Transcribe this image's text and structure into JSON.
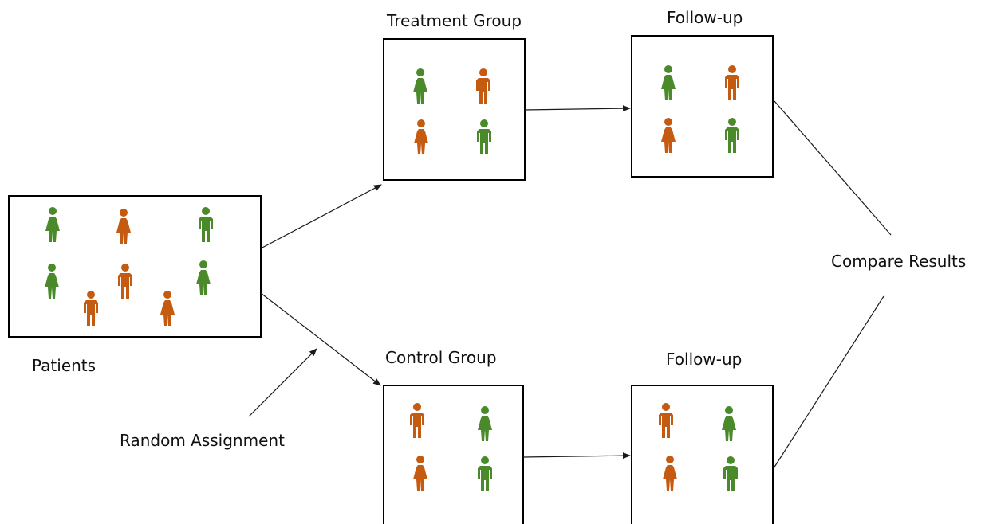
{
  "labels": {
    "patients": "Patients",
    "random_assignment": "Random Assignment",
    "treatment_group": "Treatment Group",
    "control_group": "Control Group",
    "follow_up_top": "Follow-up",
    "follow_up_bottom": "Follow-up",
    "compare_results": "Compare Results"
  },
  "colors": {
    "green": "#4a8a2a",
    "orange": "#c55a11"
  },
  "icons": {
    "female": "female-person-icon",
    "male": "male-person-icon"
  },
  "groups": {
    "patients": [
      "green-female",
      "orange-female",
      "green-male",
      "green-female",
      "orange-male",
      "orange-male",
      "orange-female",
      "green-female"
    ],
    "treatment_group": [
      "green-female",
      "orange-male",
      "orange-female",
      "green-male"
    ],
    "follow_up_top": [
      "green-female",
      "orange-male",
      "orange-female",
      "green-male"
    ],
    "control_group": [
      "orange-male",
      "green-female",
      "orange-female",
      "green-male"
    ],
    "follow_up_bottom": [
      "orange-male",
      "green-female",
      "orange-female",
      "green-male"
    ]
  }
}
